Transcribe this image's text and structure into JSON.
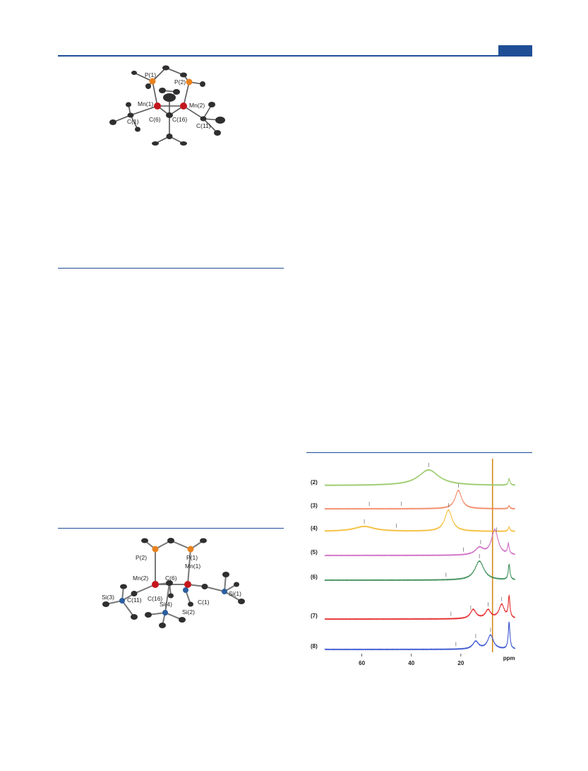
{
  "figure1": {
    "labels": [
      "P(1)",
      "P(2)",
      "Mn(1)",
      "Mn(2)",
      "C(6)",
      "C(16)",
      "C(1)",
      "C(11)"
    ]
  },
  "figure2": {
    "labels": [
      "P(2)",
      "P(1)",
      "Mn(1)",
      "Mn(2)",
      "C(6)",
      "Si(3)",
      "C(11)",
      "C(16)",
      "Si(4)",
      "Si(2)",
      "C(1)",
      "Si(1)"
    ]
  },
  "chart_data": {
    "type": "line",
    "xlabel": "ppm",
    "xticks": [
      60,
      40,
      20
    ],
    "xlim": [
      75,
      -2
    ],
    "reference_line_ppm": 7.2,
    "series": [
      {
        "name": "(2)",
        "color": "#9acb6b",
        "peaks": [
          {
            "ppm": 33,
            "height": 22,
            "width": 5
          },
          {
            "ppm": 0.5,
            "height": 9,
            "width": 0.4
          }
        ],
        "markers": [
          33
        ]
      },
      {
        "name": "(3)",
        "color": "#f08a66",
        "peaks": [
          {
            "ppm": 21,
            "height": 26,
            "width": 1.6
          },
          {
            "ppm": 0.5,
            "height": 4,
            "width": 0.4
          }
        ],
        "markers": [
          57,
          44,
          21
        ]
      },
      {
        "name": "(4)",
        "color": "#f5be3c",
        "peaks": [
          {
            "ppm": 25,
            "height": 30,
            "width": 1.8
          },
          {
            "ppm": 59,
            "height": 7,
            "width": 5
          },
          {
            "ppm": 0.5,
            "height": 6,
            "width": 0.4
          }
        ],
        "markers": [
          59,
          46,
          25
        ]
      },
      {
        "name": "(5)",
        "color": "#d06ec4",
        "peaks": [
          {
            "ppm": 6.3,
            "height": 36,
            "width": 1.6
          },
          {
            "ppm": 12.5,
            "height": 10,
            "width": 2
          },
          {
            "ppm": 0.8,
            "height": 14,
            "width": 0.4
          }
        ],
        "markers": [
          19,
          12,
          5.5
        ]
      },
      {
        "name": "(6)",
        "color": "#3e8f58",
        "peaks": [
          {
            "ppm": 12.5,
            "height": 27,
            "width": 2.2
          },
          {
            "ppm": 0.5,
            "height": 22,
            "width": 0.4
          }
        ],
        "markers": [
          26,
          12.5
        ]
      },
      {
        "name": "(7)",
        "color": "#e5282a",
        "peaks": [
          {
            "ppm": 15,
            "height": 13,
            "width": 1.4
          },
          {
            "ppm": 9,
            "height": 12,
            "width": 1.3
          },
          {
            "ppm": 3.5,
            "height": 20,
            "width": 1.3
          },
          {
            "ppm": 0.5,
            "height": 30,
            "width": 0.4
          }
        ],
        "markers": [
          24,
          16,
          9,
          3.5
        ]
      },
      {
        "name": "(8)",
        "color": "#3a55d0",
        "peaks": [
          {
            "ppm": 14,
            "height": 11,
            "width": 1.4
          },
          {
            "ppm": 8,
            "height": 20,
            "width": 1.4
          },
          {
            "ppm": 0.5,
            "height": 38,
            "width": 0.4
          }
        ],
        "markers": [
          22,
          14,
          8
        ]
      }
    ]
  }
}
